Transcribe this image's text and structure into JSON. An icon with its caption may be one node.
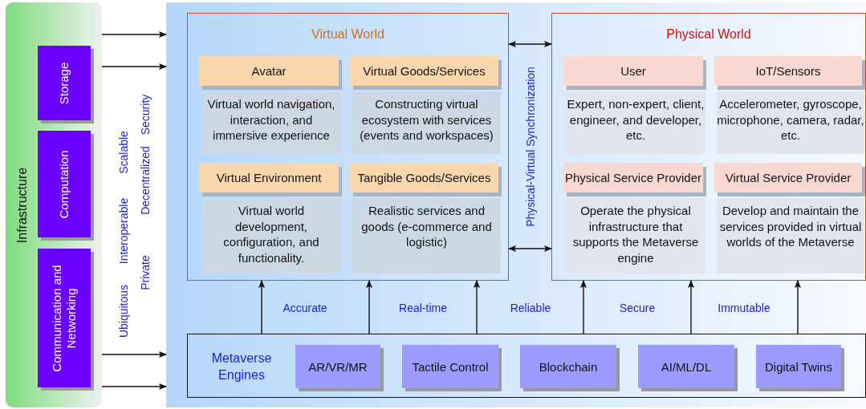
{
  "diagram": {
    "nodes": [
      {
        "text": [
          "Infrastructure"
        ]
      },
      {
        "text": [
          "Storage"
        ],
        "in": 0
      },
      {
        "text": [
          "Computation"
        ],
        "in": 0
      },
      {
        "text": [
          "Communication and Networking"
        ],
        "in": 0
      },
      {
        "text": [],
        "shape": "box"
      },
      {
        "text": [
          "Virtual World"
        ],
        "in": 4
      },
      {
        "text": [
          "Avatar",
          "Virtual world navigation, interaction, and immersive experience"
        ],
        "in": 5
      },
      {
        "text": [
          "Virtual Goods/Services",
          "Constructing virtual ecosystem with services (events and workspaces)"
        ],
        "in": 5
      },
      {
        "text": [
          "Virtual Environment",
          "Virtual world development, configuration, and functionality."
        ],
        "in": 5
      },
      {
        "text": [
          "Tangible Goods/Services",
          "Realistic services and goods (e-commerce and logistic)"
        ],
        "in": 5
      },
      {
        "text": [
          "Physical World"
        ],
        "in": 4
      },
      {
        "text": [
          "User",
          "Expert, non-expert, client, engineer, and developer, etc."
        ],
        "in": 10
      },
      {
        "text": [
          "IoT/Sensors",
          "Accelerometer, gyroscope, microphone, camera, radar, etc."
        ],
        "in": 10
      },
      {
        "text": [
          "Physical Service Provider",
          "Operate the physical infrastructure that supports the Metaverse engine"
        ],
        "in": 10
      },
      {
        "text": [
          "Virtual Service Provider",
          "Develop and maintain the services provided in virtual worlds of the Metaverse"
        ],
        "in": 10
      },
      {
        "text": [
          "Metaverse Engines"
        ],
        "in": 4
      },
      {
        "text": [
          "AR/VR/MR"
        ],
        "in": 15
      },
      {
        "text": [
          "Tactile Control"
        ],
        "in": 15
      },
      {
        "text": [
          "Blockchain"
        ],
        "in": 15
      },
      {
        "text": [
          "AI/ML/DL"
        ],
        "in": 15
      },
      {
        "text": [
          "Digital Twins"
        ],
        "in": 15
      }
    ],
    "edges": [
      {
        "from": 0,
        "to": 4,
        "arrow": "to"
      },
      {
        "from": 0,
        "to": 4,
        "arrow": "to"
      },
      {
        "from": 0,
        "to": 4,
        "arrow": "to"
      },
      {
        "from": 0,
        "to": 4,
        "arrow": "to"
      },
      {
        "from": 5,
        "to": 10,
        "arrow": "both"
      },
      {
        "from": 5,
        "to": 10,
        "arrow": "both"
      },
      {
        "from": 15,
        "to": 5,
        "arrow": "to"
      },
      {
        "from": 15,
        "to": 5,
        "arrow": "to"
      },
      {
        "from": 15,
        "to": 5,
        "arrow": "to"
      },
      {
        "from": 15,
        "to": 10,
        "arrow": "to"
      },
      {
        "from": 15,
        "to": 10,
        "arrow": "to"
      },
      {
        "from": 15,
        "to": 10,
        "arrow": "to"
      }
    ],
    "labels": [
      "Ubiquitous",
      "Interoperable",
      "Scalable",
      "Private",
      "Decentralized",
      "Security",
      "Physical-Virtual Synchronization",
      "Accurate",
      "Real-time",
      "Reliable",
      "Secure",
      "Immutable"
    ]
  }
}
